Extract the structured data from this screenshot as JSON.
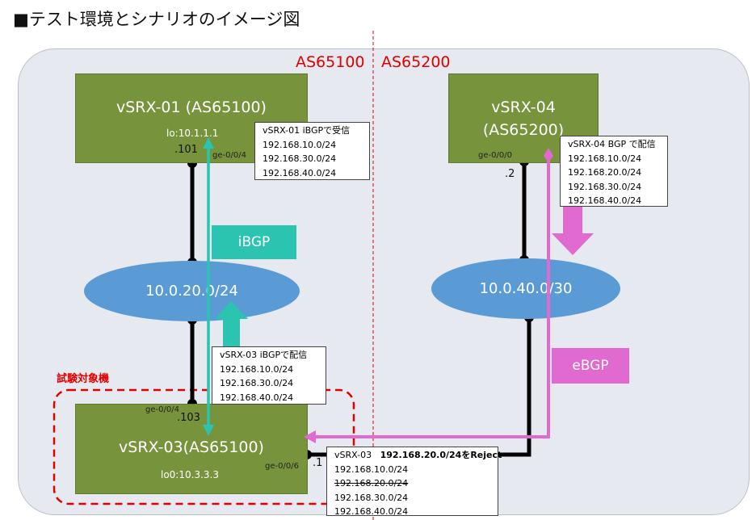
{
  "title": "■テスト環境とシナリオのイメージ図",
  "as_left": "AS65100",
  "as_right": "AS65200",
  "routers": {
    "r01": {
      "name": "vSRX-01 (AS65100)",
      "lo": "lo:10.1.1.1"
    },
    "r04": {
      "name_line1": "vSRX-04",
      "name_line2": "(AS65200)"
    },
    "r03": {
      "name": "vSRX-03(AS65100)",
      "lo": "lo0:10.3.3.3"
    }
  },
  "networks": {
    "net20": "10.0.20.0/24",
    "net40": "10.0.40.0/30"
  },
  "ports": {
    "r01_port": "ge-0/0/4",
    "r01_addr": ".101",
    "r04_port": "ge-0/0/0",
    "r04_addr": ".2",
    "r03_port_top": "ge-0/0/4",
    "r03_addr_top": ".103",
    "r03_port_right": "ge-0/0/6",
    "r03_addr_right": ".1"
  },
  "labels": {
    "ibgp": "iBGP",
    "ebgp": "eBGP",
    "target": "試験対象機"
  },
  "notes": {
    "r01": {
      "header": "vSRX-01  iBGPで受信",
      "routes": [
        "192.168.10.0/24",
        "192.168.30.0/24",
        "192.168.40.0/24"
      ]
    },
    "r04": {
      "header": "vSRX-04  BGP で配信",
      "routes": [
        "192.168.10.0/24",
        "192.168.20.0/24",
        "192.168.30.0/24",
        "192.168.40.0/24"
      ]
    },
    "r03_ibgp": {
      "header": "vSRX-03 iBGPで配信",
      "routes": [
        "192.168.10.0/24",
        "192.168.30.0/24",
        "192.168.40.0/24"
      ]
    },
    "r03_ebgp": {
      "header_prefix": "vSRX-03",
      "header_bold": "192.168.20.0/24をReject",
      "routes": [
        "192.168.10.0/24",
        "192.168.20.0/24",
        "192.168.30.0/24",
        "192.168.40.0/24"
      ]
    }
  },
  "colors": {
    "as_text": "#e00000",
    "router_green": "#77933c",
    "network_blue": "#5b9bd5",
    "ibgp_teal": "#2bc4b0",
    "ebgp_magenta": "#e06ad0"
  }
}
